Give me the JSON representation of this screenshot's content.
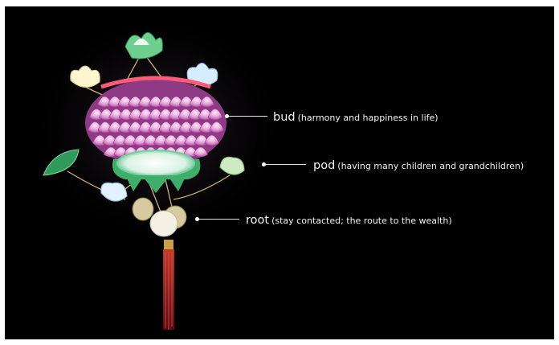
{
  "figure": {
    "background": "#000000",
    "subject_icon": "lotus-lantern-icon",
    "annotations": [
      {
        "term": "bud",
        "meaning": "(harmony and happiness in life)"
      },
      {
        "term": "pod",
        "meaning": "(having many children and grandchildren)"
      },
      {
        "term": "root",
        "meaning": "(stay contacted; the route to the wealth)"
      }
    ]
  },
  "colors": {
    "petal_pink": "#d982c8",
    "petal_light": "#f3d9ef",
    "leaf_green": "#3fae6a",
    "tassel_red": "#8a1020",
    "line_white": "#e6e6e6"
  }
}
